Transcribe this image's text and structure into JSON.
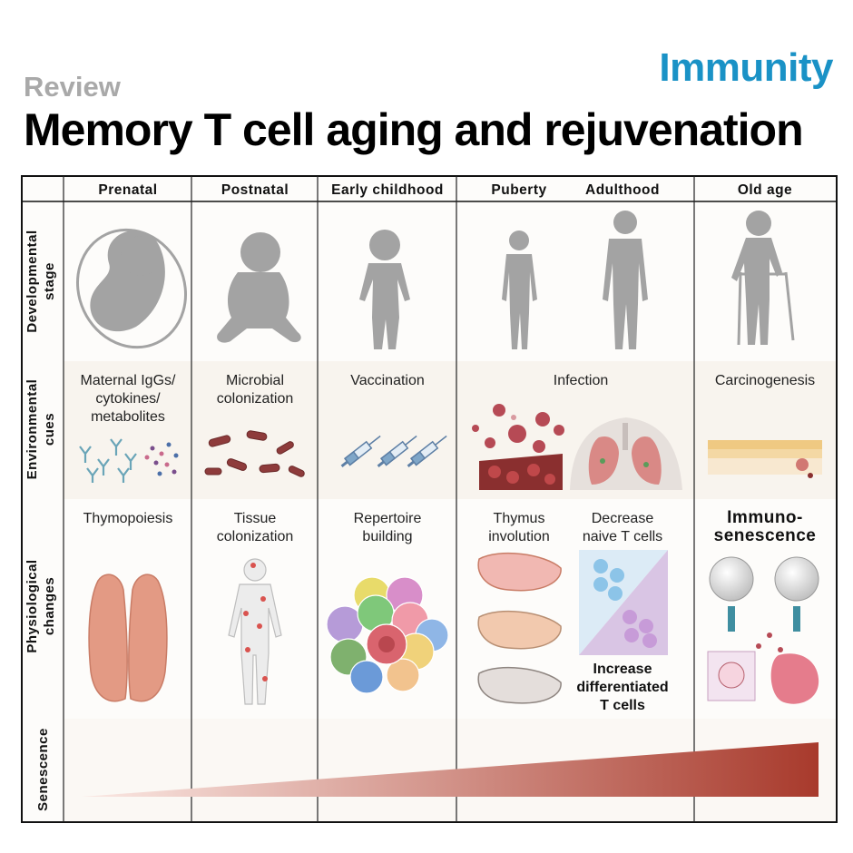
{
  "header": {
    "section": "Review",
    "journal": "Immunity",
    "title": "Memory T cell aging and rejuvenation"
  },
  "columns": [
    "Prenatal",
    "Postnatal",
    "Early childhood",
    "Puberty",
    "Adulthood",
    "Old age"
  ],
  "rows": {
    "developmental": [
      "Developmental",
      "stage"
    ],
    "environmental": [
      "Environmental",
      "cues"
    ],
    "physiological": [
      "Physiological",
      "changes"
    ],
    "senescence": "Senescence"
  },
  "environmental_cues": {
    "prenatal": [
      "Maternal IgGs/",
      "cytokines/",
      "metabolites"
    ],
    "postnatal": [
      "Microbial",
      "colonization"
    ],
    "early_childhood": "Vaccination",
    "puberty_adulthood": "Infection",
    "old_age": "Carcinogenesis"
  },
  "physiological_changes": {
    "prenatal": "Thymopoiesis",
    "postnatal": [
      "Tissue",
      "colonization"
    ],
    "early_childhood": [
      "Repertoire",
      "building"
    ],
    "puberty": [
      "Thymus",
      "involution"
    ],
    "adulthood_top": [
      "Decrease",
      "naive T cells"
    ],
    "adulthood_bottom": [
      "Increase",
      "differentiated",
      "T cells"
    ],
    "old_age": [
      "Immuno-",
      "senescence"
    ]
  },
  "colors": {
    "silhouette": "#a3a3a3",
    "senescence_start": "#f5dcd5",
    "senescence_end": "#a83a2c",
    "journal": "#1a92c6",
    "thymus": "#e39a84",
    "virus": "#b64a55"
  }
}
